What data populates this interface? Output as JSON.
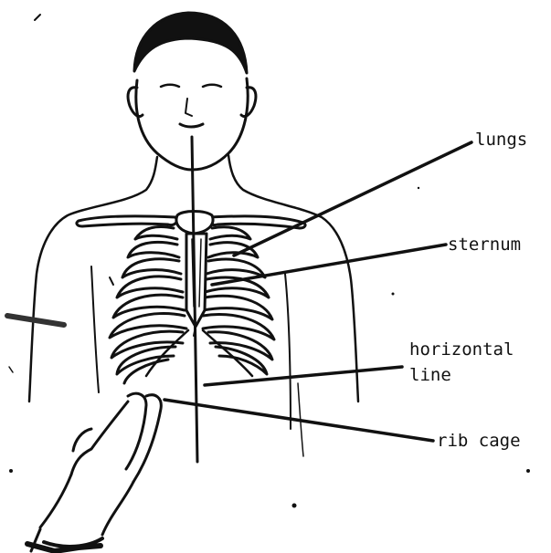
{
  "labels": {
    "lungs": "lungs",
    "sternum": "sternum",
    "horizontal_line_1": "horizontal",
    "horizontal_line_2": "line",
    "rib_cage": "rib cage"
  },
  "colors": {
    "ink": "#111111",
    "paper": "#ffffff"
  }
}
